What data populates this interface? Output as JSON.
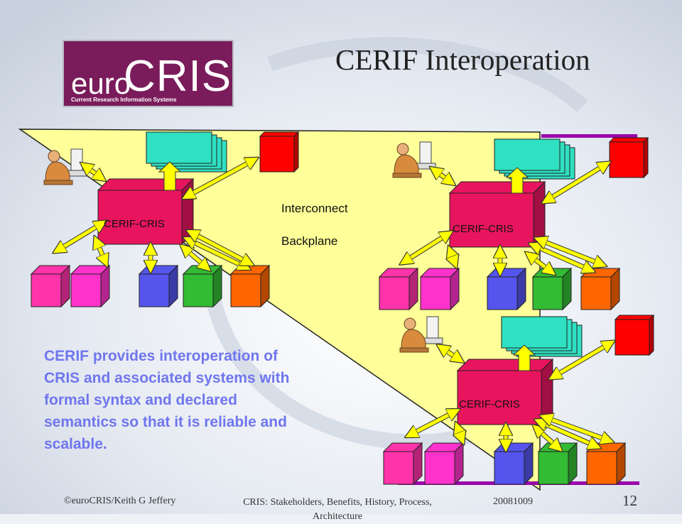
{
  "slide": {
    "title": "CERIF Interoperation",
    "logo": {
      "euro": "euro",
      "cris": "CRIS",
      "subtitle": "Current Research Information Systems"
    },
    "backplane": {
      "line1": "Interconnect",
      "line2": "Backplane"
    },
    "cris_label": "CERIF-CRIS",
    "nodes": [
      {
        "label": "CERIF-CRIS"
      },
      {
        "label": "CERIF-CRIS"
      },
      {
        "label": "CERIF-CRIS"
      }
    ],
    "note": "CERIF provides interoperation of CRIS and associated systems with formal syntax and declared semantics so that it is reliable and scalable.",
    "footer": {
      "left": "©euroCRIS/Keith G Jeffery",
      "middle": "CRIS: Stakeholders, Benefits, History, Process, Architecture",
      "date": "20081009",
      "page": "12"
    }
  },
  "colors": {
    "logo_bg": "#7a1c5b",
    "backplane": "#ffff99",
    "cris_cube": "#e8155e",
    "doc_stack": "#2fe0c2",
    "red_box": "#ff0000",
    "arrow": "#ffff00",
    "note_text": "#6f76ee",
    "rule": "#9900aa",
    "small_cubes": [
      "#ff33aa",
      "#ff33cc",
      "#5555ee",
      "#33bb33",
      "#ff6600"
    ]
  },
  "icons": [
    "user-at-computer-icon"
  ]
}
